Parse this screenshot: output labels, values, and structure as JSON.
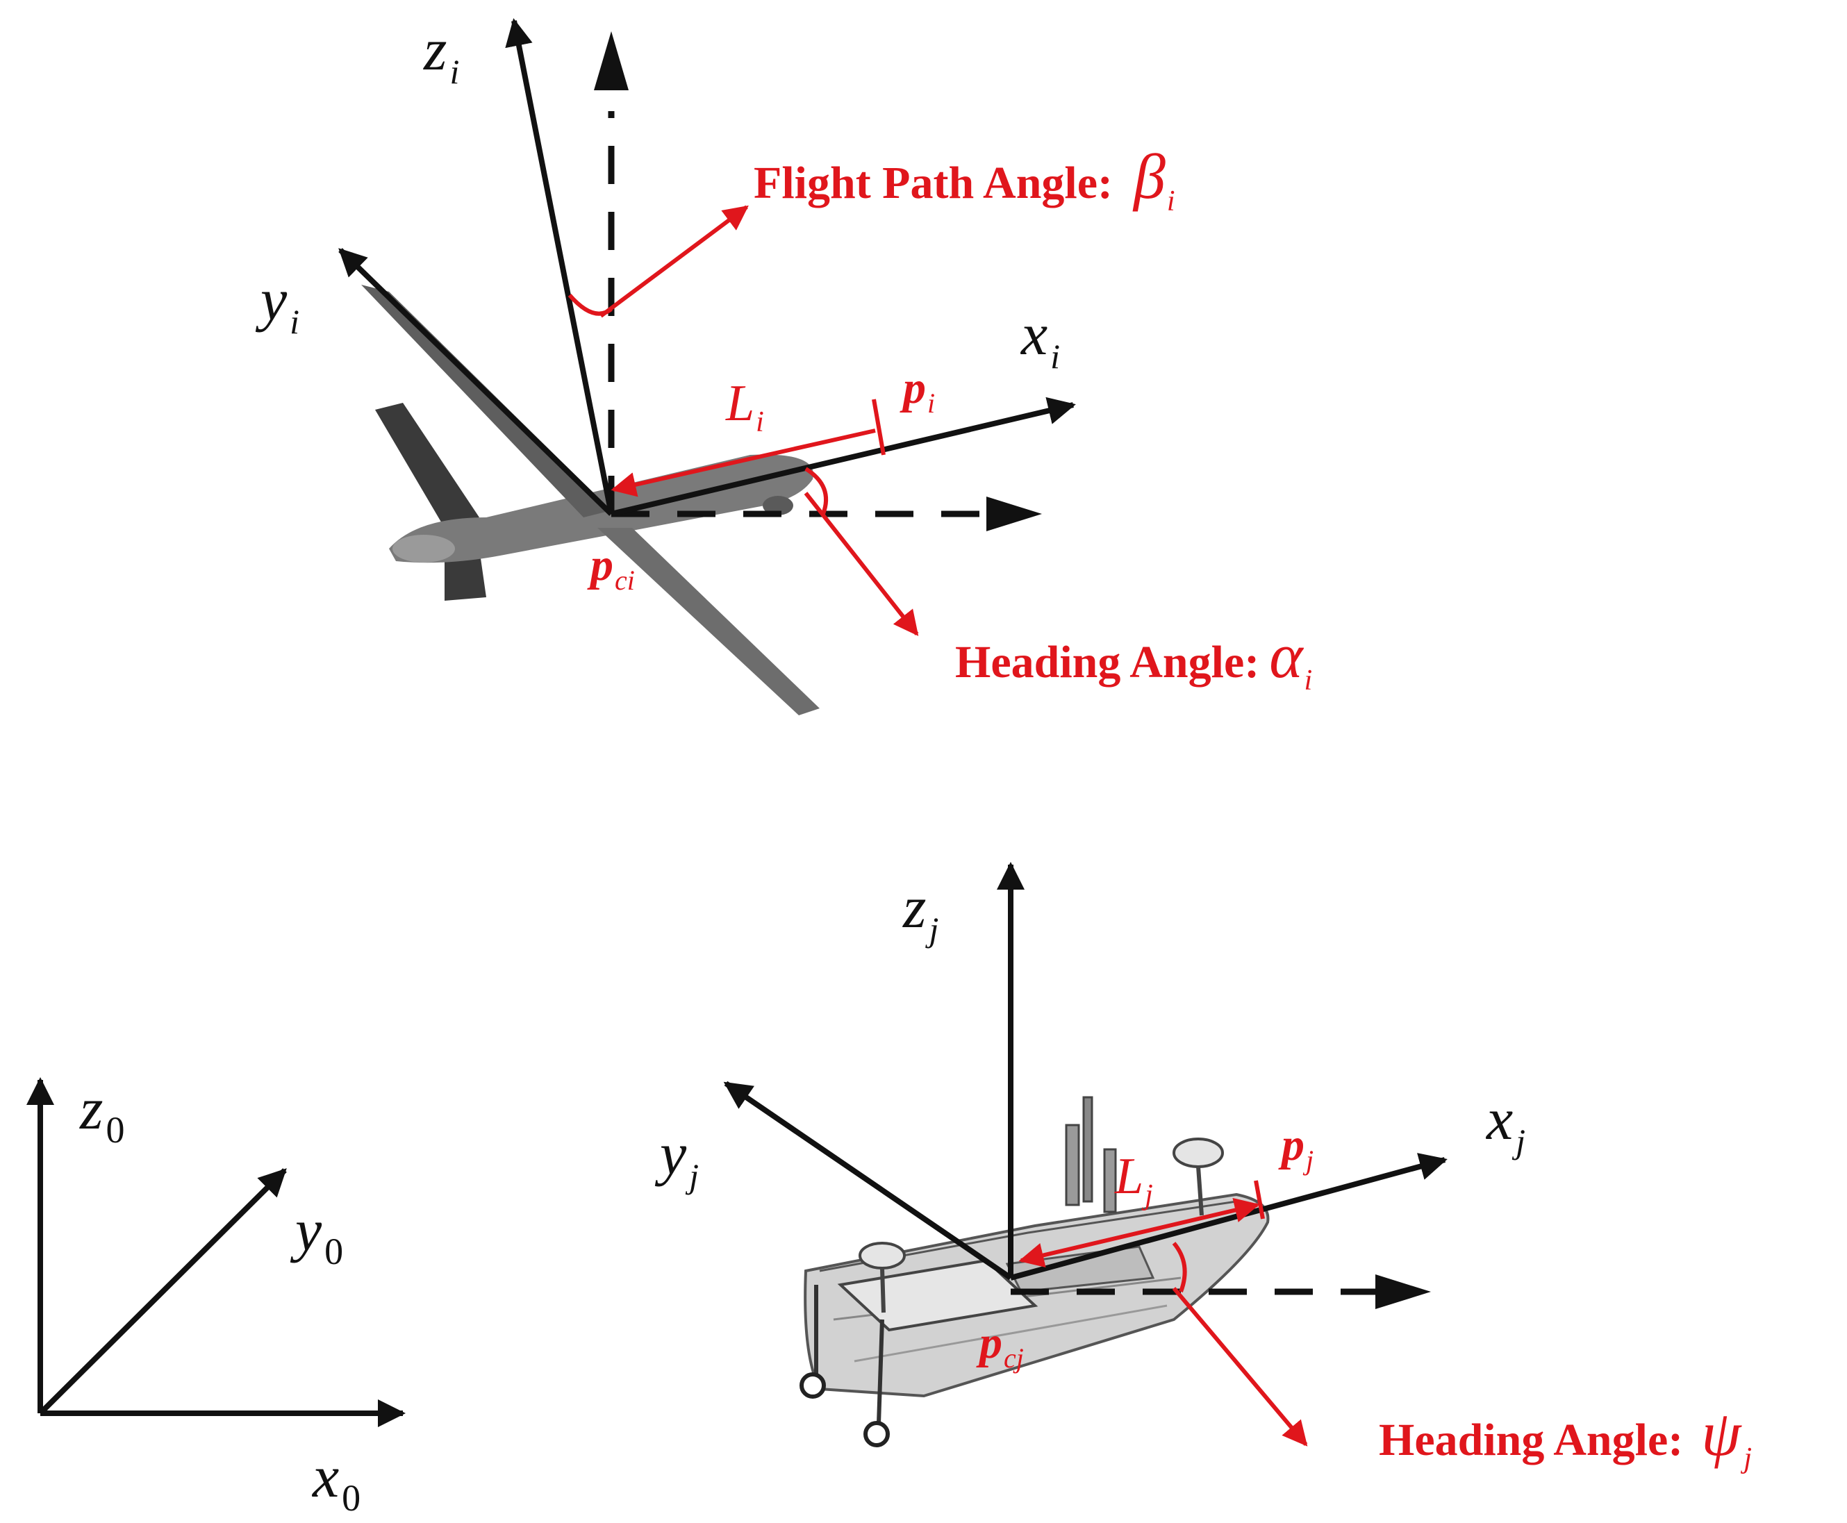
{
  "colors": {
    "axis": "#111111",
    "annotation": "#e0161c",
    "uav_body": "#6d6d6d",
    "usv_hull": "#d2d2d2"
  },
  "uav": {
    "axes": {
      "x": "x",
      "x_sub": "i",
      "y": "y",
      "y_sub": "i",
      "z": "z",
      "z_sub": "i"
    },
    "flight_path_label": "Flight Path Angle:",
    "flight_path_symbol": "β",
    "flight_path_sub": "i",
    "heading_label": "Heading Angle:",
    "heading_symbol": "α",
    "heading_sub": "i",
    "length": "L",
    "length_sub": "i",
    "point": "p",
    "point_sub": "i",
    "centroid": "p",
    "centroid_sub": "ci",
    "icon": "uav-drone-icon"
  },
  "usv": {
    "axes": {
      "x": "x",
      "x_sub": "j",
      "y": "y",
      "y_sub": "j",
      "z": "z",
      "z_sub": "j"
    },
    "heading_label": "Heading Angle:",
    "heading_symbol": "ψ",
    "heading_sub": "j",
    "length": "L",
    "length_sub": "j",
    "point": "p",
    "point_sub": "j",
    "centroid": "p",
    "centroid_sub": "cj",
    "icon": "usv-boat-icon"
  },
  "inertial": {
    "x": "x",
    "y": "y",
    "z": "z",
    "sub": "0"
  }
}
